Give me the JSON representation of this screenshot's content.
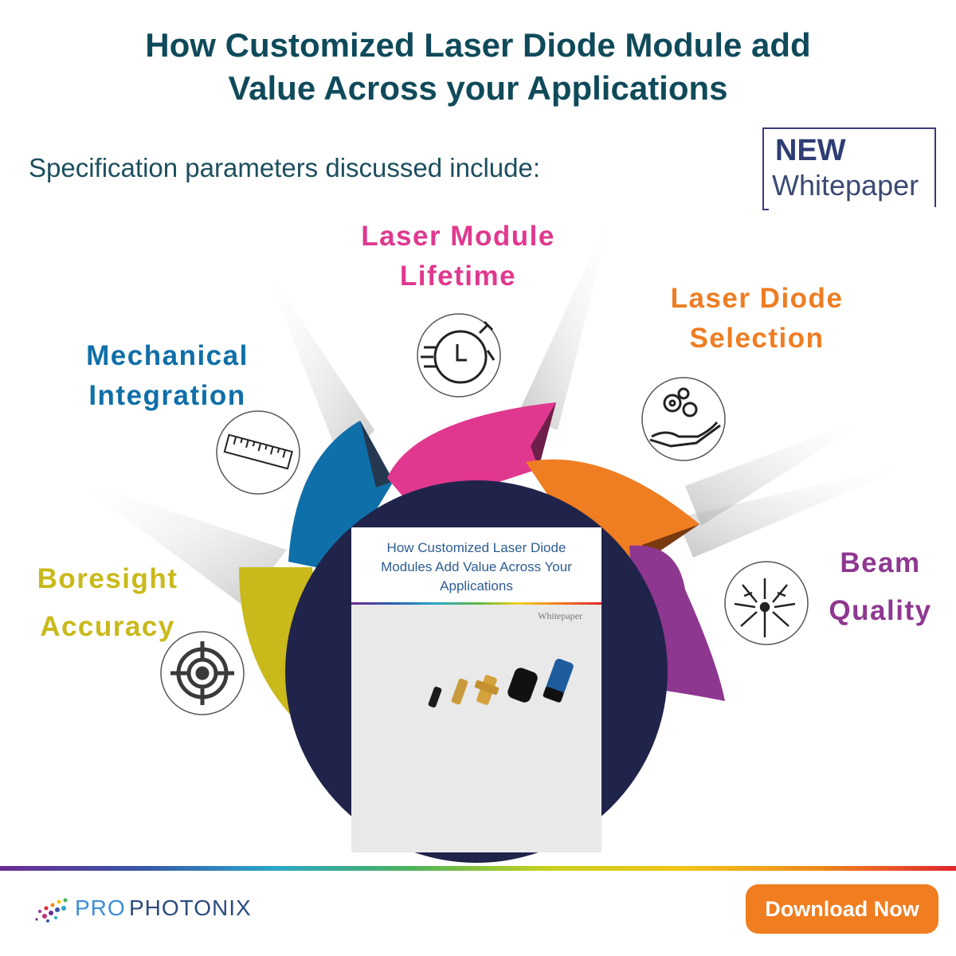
{
  "header": {
    "title_line1": "How Customized Laser Diode Module add",
    "title_line2": "Value Across your Applications",
    "subtitle": "Specification parameters discussed include:"
  },
  "badge": {
    "new": "NEW",
    "whitepaper": "Whitepaper"
  },
  "topics": [
    {
      "line1": "Boresight",
      "line2": "Accuracy",
      "color": "#c9b91a",
      "icon": "target-icon"
    },
    {
      "line1": "Mechanical",
      "line2": "Integration",
      "color": "#0f6fa8",
      "icon": "ruler-icon"
    },
    {
      "line1": "Laser Module",
      "line2": "Lifetime",
      "color": "#e0388f",
      "icon": "stopwatch-icon"
    },
    {
      "line1": "Laser Diode",
      "line2": "Selection",
      "color": "#ef7d22",
      "icon": "gears-hand-icon"
    },
    {
      "line1": "Beam",
      "line2": "Quality",
      "color": "#8e3790",
      "icon": "beam-burst-icon"
    }
  ],
  "cover": {
    "title_line1": "How Customized Laser Diode",
    "title_line2": "Modules Add Value Across Your",
    "title_line3": "Applications",
    "label": "Whitepaper"
  },
  "footer": {
    "logo_pro": "PRO",
    "logo_photonix": "PHOTONIX",
    "download": "Download Now"
  },
  "colors": {
    "navy_circle": "#20234a",
    "title": "#0f4a5a",
    "accent": "#f07d1f"
  }
}
